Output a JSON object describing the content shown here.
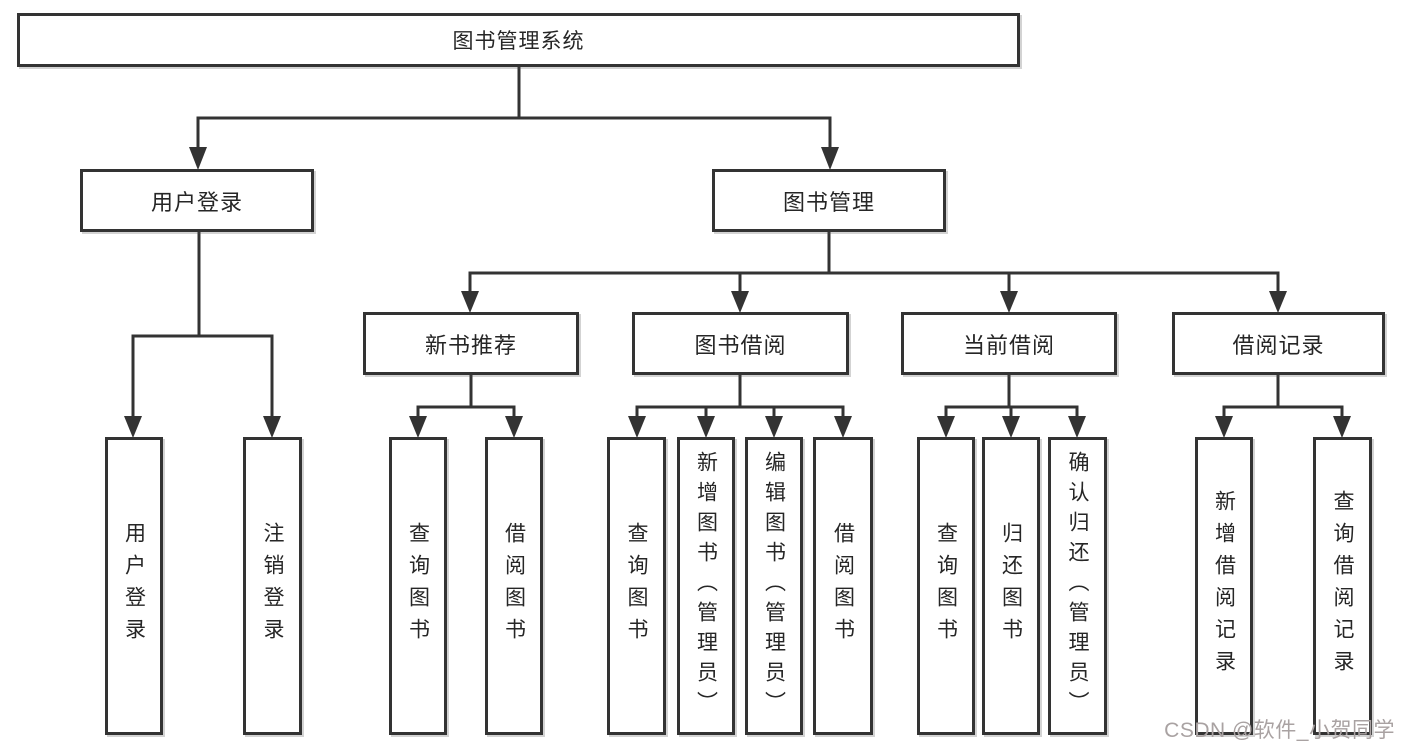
{
  "diagram": {
    "root": {
      "id": "system",
      "label": "图书管理系统"
    },
    "level2": [
      {
        "id": "user-login",
        "label": "用户登录"
      },
      {
        "id": "book-management",
        "label": "图书管理"
      }
    ],
    "level3": [
      {
        "id": "new-book-recommend",
        "label": "新书推荐",
        "parent": "图书管理"
      },
      {
        "id": "book-borrow",
        "label": "图书借阅",
        "parent": "图书管理"
      },
      {
        "id": "current-borrow",
        "label": "当前借阅",
        "parent": "图书管理"
      },
      {
        "id": "borrow-records",
        "label": "借阅记录",
        "parent": "图书管理"
      }
    ],
    "leaves": [
      {
        "id": "user-login-leaf",
        "label": "用户登录",
        "parent": "用户登录"
      },
      {
        "id": "logout-leaf",
        "label": "注销登录",
        "parent": "用户登录"
      },
      {
        "id": "query-books-recommend",
        "label": "查询图书",
        "parent": "新书推荐"
      },
      {
        "id": "borrow-books-recommend",
        "label": "借阅图书",
        "parent": "新书推荐"
      },
      {
        "id": "query-books-borrow",
        "label": "查询图书",
        "parent": "图书借阅"
      },
      {
        "id": "add-books-admin",
        "label": "新增图书（管理员）",
        "parent": "图书借阅"
      },
      {
        "id": "edit-books-admin",
        "label": "编辑图书（管理员）",
        "parent": "图书借阅"
      },
      {
        "id": "borrow-books-borrow",
        "label": "借阅图书",
        "parent": "图书借阅"
      },
      {
        "id": "query-books-current",
        "label": "查询图书",
        "parent": "当前借阅"
      },
      {
        "id": "return-books",
        "label": "归还图书",
        "parent": "当前借阅"
      },
      {
        "id": "confirm-return-admin",
        "label": "确认归还（管理员）",
        "parent": "当前借阅"
      },
      {
        "id": "add-borrow-record",
        "label": "新增借阅记录",
        "parent": "借阅记录"
      },
      {
        "id": "query-borrow-record",
        "label": "查询借阅记录",
        "parent": "借阅记录"
      }
    ]
  },
  "watermark": {
    "text": "CSDN @软件_小贺同学"
  },
  "colors": {
    "line": "#333333",
    "border": "#333333",
    "text": "#262626",
    "watermark": "#a9a2a2",
    "background": "#ffffff"
  }
}
